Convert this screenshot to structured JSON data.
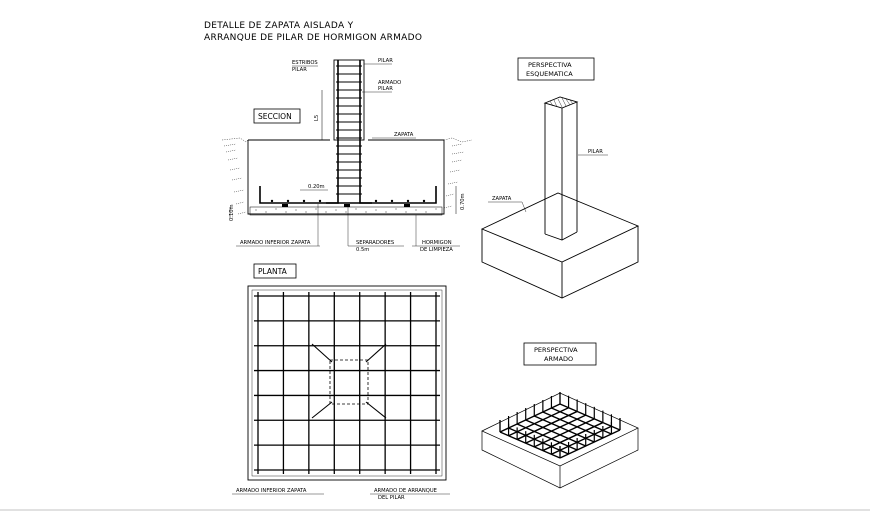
{
  "drawing": {
    "title_line1": "DETALLE DE ZAPATA AISLADA Y",
    "title_line2": "ARRANQUE DE PILAR DE HORMIGON ARMADO"
  },
  "section": {
    "title": "SECCION",
    "labels": {
      "estribos": "ESTRIBOS",
      "pilar_left": "PILAR",
      "pilar_right": "PILAR",
      "armado_pilar_1": "ARMADO",
      "armado_pilar_2": "PILAR",
      "zapata": "ZAPATA",
      "spacing": "0.20m",
      "armado_inferior": "ARMADO INFERIOR ZAPATA",
      "separadores_1": "SEPARADORES",
      "separadores_2": "0.5m",
      "hormigon_1": "HORMIGON",
      "hormigon_2": "DE LIMPIEZA",
      "dim_left": "0.10m",
      "dim_right": "0.70m",
      "dim_pilar": "L5"
    }
  },
  "planta": {
    "title": "PLANTA",
    "label_left": "ARMADO INFERIOR ZAPATA",
    "label_right_1": "ARMADO DE ARRANQUE",
    "label_right_2": "DEL PILAR"
  },
  "perspectiva_esquematica": {
    "title_1": "PERSPECTIVA",
    "title_2": "ESQUEMATICA",
    "label_pilar": "PILAR",
    "label_zapata": "ZAPATA"
  },
  "perspectiva_armado": {
    "title_1": "PERSPECTIVA",
    "title_2": "ARMADO"
  }
}
